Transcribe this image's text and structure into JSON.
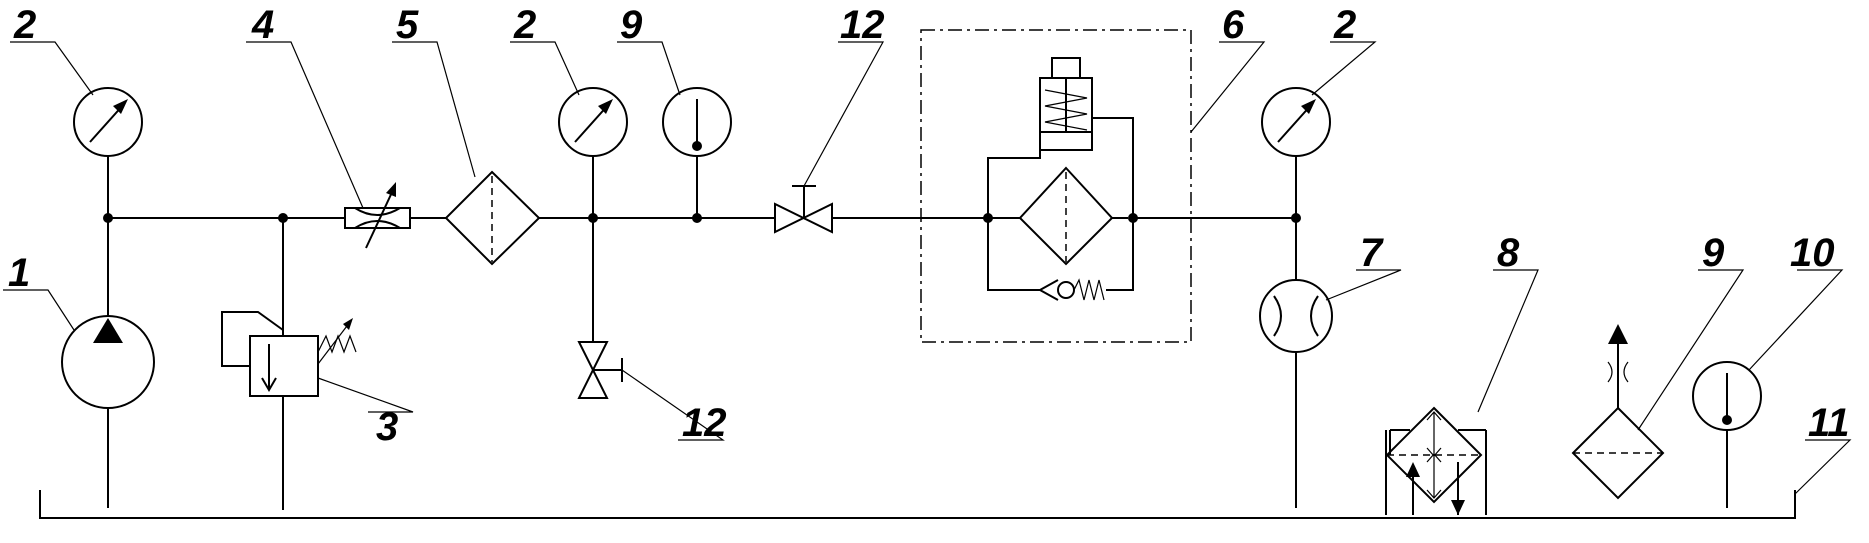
{
  "labels": {
    "pump": "1",
    "gauge": "2",
    "relief_valve": "3",
    "throttle": "4",
    "filter": "5",
    "filter_unit": "6",
    "flow_meter": "7",
    "heat_exchanger": "8",
    "separator": "9",
    "thermometer": "10",
    "tank": "11",
    "shutoff_valve": "12"
  }
}
